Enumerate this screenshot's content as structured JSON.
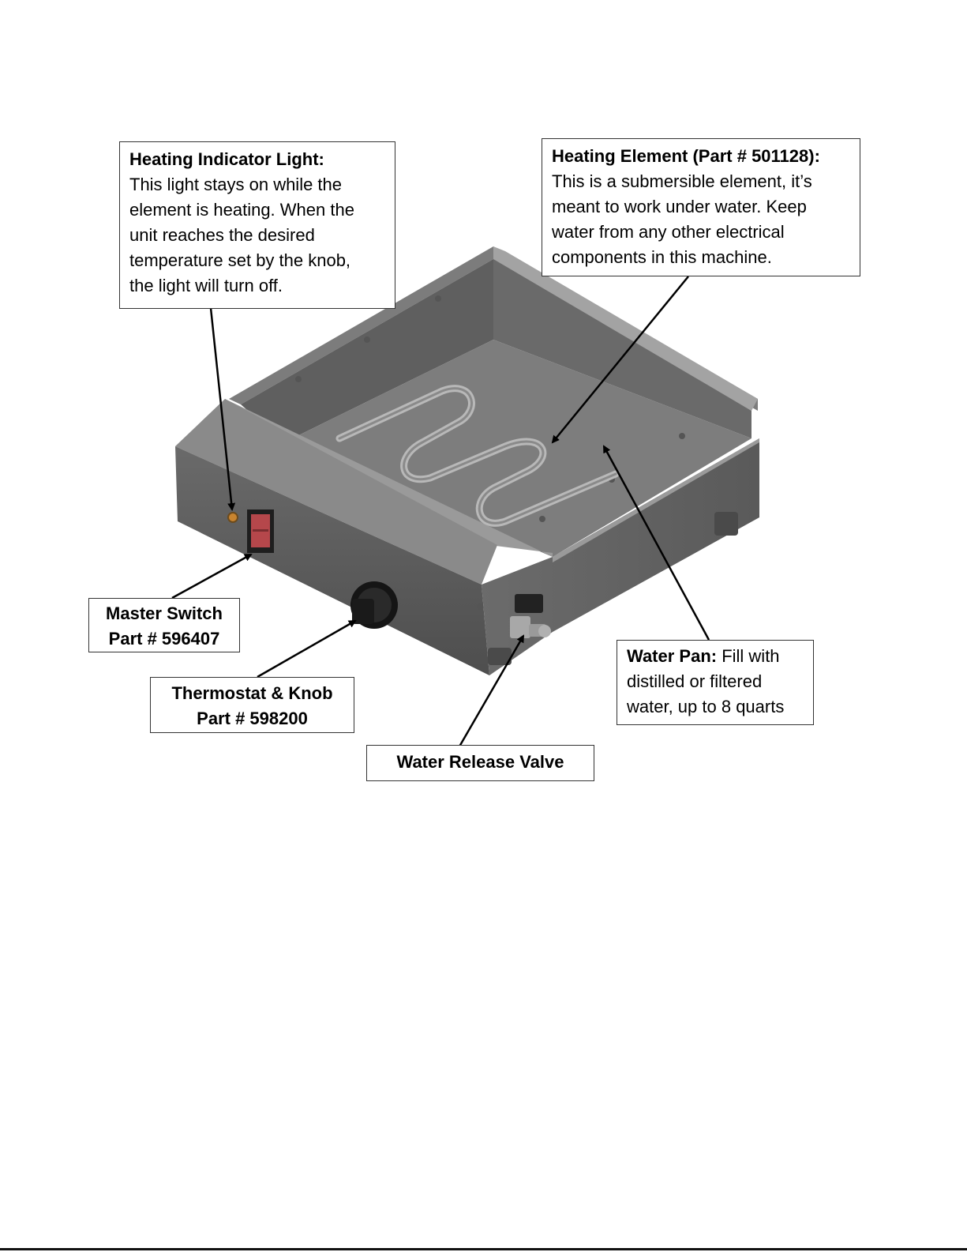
{
  "callouts": {
    "indicator_light": {
      "title": "Heating Indicator Light:",
      "body": "This light stays on while the\nelement is heating.  When the\nunit reaches the desired\ntemperature set by the knob,\nthe light will turn off."
    },
    "heating_element": {
      "title": "Heating Element (Part # 501128):",
      "body": "This is a submersible element, it’s\nmeant to work under water.  Keep\nwater from any other electrical\ncomponents in this machine."
    },
    "master_switch": {
      "title": "Master Switch",
      "part": "Part # 596407"
    },
    "thermostat": {
      "title": "Thermostat & Knob",
      "part": "Part # 598200"
    },
    "water_pan": {
      "title": "Water Pan:",
      "body_first": " Fill with",
      "body_rest": "distilled or filtered\nwater, up to 8 quarts"
    },
    "release_valve": {
      "title": "Water Release Valve"
    }
  },
  "colors": {
    "steel_dark": "#545454",
    "steel_mid": "#6e6e6e",
    "steel_light": "#8f8f8f",
    "pan_floor": "#7a7a7a",
    "switch_red": "#b5474b",
    "indicator_orange": "#c8842f"
  }
}
